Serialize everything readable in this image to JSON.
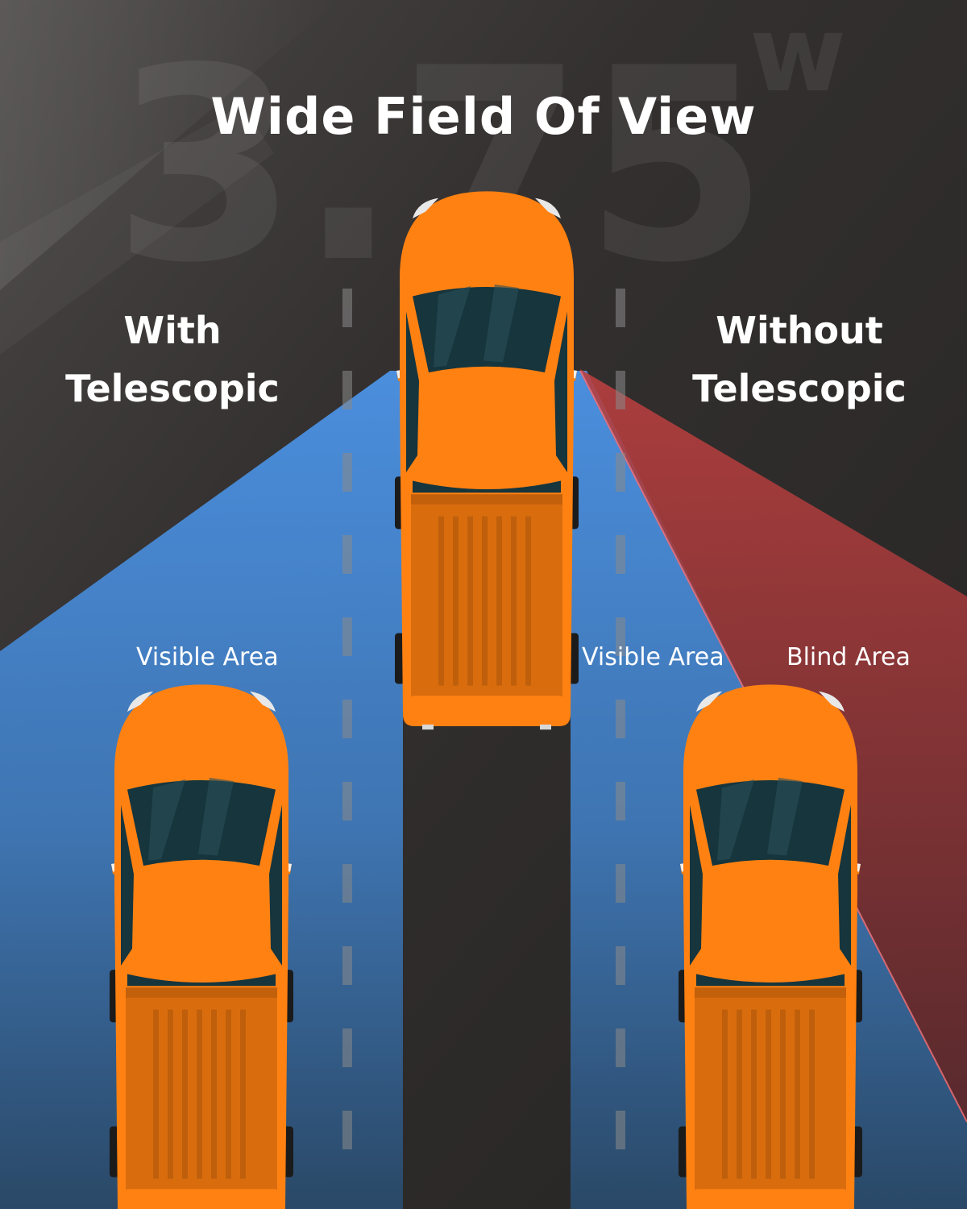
{
  "title": "Wide Field Of View",
  "background_mark": "3.75",
  "left_panel": {
    "line1": "With",
    "line2": "Telescopic",
    "visible_label": "Visible Area"
  },
  "right_panel": {
    "line1": "Without",
    "line2": "Telescopic",
    "visible_label": "Visible Area",
    "blind_label": "Blind Area"
  },
  "colors": {
    "road": "#2e2c2b",
    "visible_area": "#4a8fe0",
    "blind_area": "#b03a3a",
    "truck_body": "#ff8112",
    "windshield": "#16353d",
    "text": "#ffffff"
  },
  "vehicles": [
    {
      "name": "center-truck"
    },
    {
      "name": "left-truck"
    },
    {
      "name": "right-truck"
    }
  ]
}
